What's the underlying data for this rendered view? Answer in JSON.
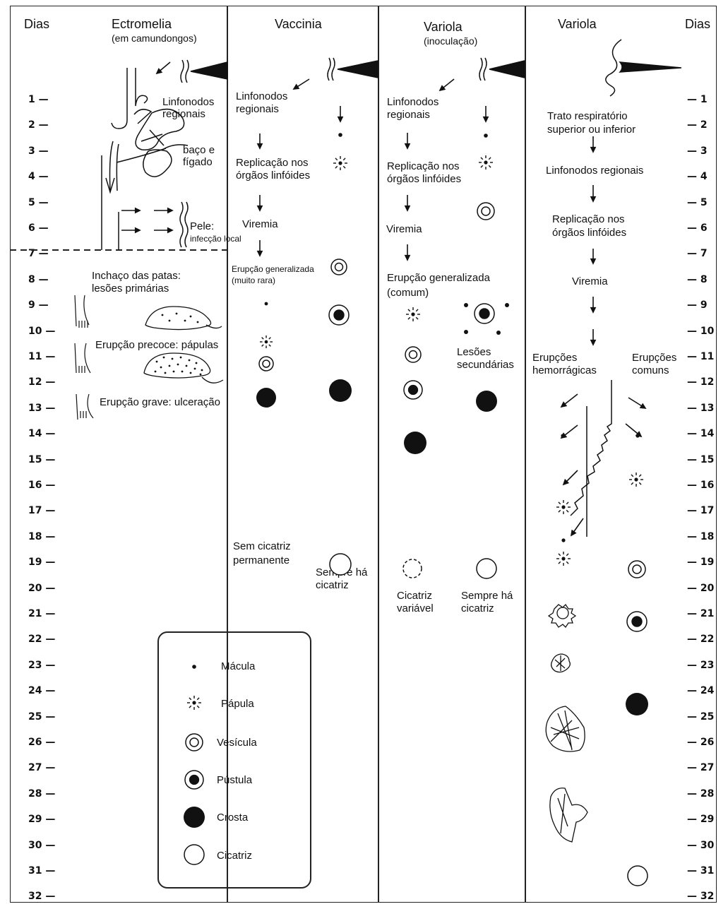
{
  "headers": {
    "dias_left": "Dias",
    "ectromelia": "Ectromelia",
    "ectromelia_sub": "(em camundongos)",
    "vaccinia": "Vaccinia",
    "variola_inoc": "Variola",
    "variola_inoc_sub": "(inoculação)",
    "variola": "Variola",
    "dias_right": "Dias"
  },
  "days_left": [
    "1 —",
    "2 —",
    "3 —",
    "4 —",
    "5 —",
    "6 —",
    "7 —",
    "8 —",
    "9 —",
    "10 —",
    "11 —",
    "12 —",
    "13 —",
    "14 —",
    "15 —",
    "16 —",
    "17 —",
    "18 —",
    "19 —",
    "20 —",
    "21 —",
    "22 —",
    "23 —",
    "24 —",
    "25 —",
    "26 —",
    "27 —",
    "28 —",
    "29 —",
    "30 —",
    "31 —",
    "32 —"
  ],
  "days_right": [
    "— 1",
    "— 2",
    "— 3",
    "— 4",
    "— 5",
    "— 6",
    "— 7",
    "— 8",
    "— 9",
    "— 10",
    "— 11",
    "— 12",
    "— 13",
    "— 14",
    "— 15",
    "— 16",
    "— 17",
    "— 18",
    "— 19",
    "— 20",
    "— 21",
    "— 22",
    "— 23",
    "— 24",
    "— 25",
    "— 26",
    "— 27",
    "— 28",
    "— 29",
    "— 30",
    "— 31",
    "— 32"
  ],
  "ectromelia": {
    "linfonodos": "Linfonodos\nregionais",
    "baco": "baço e\nfígado",
    "pele": "Pele:",
    "infeccao": "infecção local",
    "inchaco": "Inchaço das patas:\nlesões primárias",
    "precoce": "Erupção precoce: pápulas",
    "grave": "Erupção grave: ulceração"
  },
  "vaccinia": {
    "linfonodos": "Linfonodos\nregionais",
    "replicacao": "Replicação nos\nórgãos linfóides",
    "viremia": "Viremia",
    "erupcao": "Erupção generalizada\n(muito rara)",
    "sem_cicatriz": "Sem cicatriz\npermanente",
    "sempre_cicatriz": "Sempre há\ncicatriz"
  },
  "variola_inoc": {
    "linfonodos": "Linfonodos\nregionais",
    "replicacao": "Replicação nos\nórgãos linfóides",
    "viremia": "Viremia",
    "erupcao": "Erupção generalizada\n(comum)",
    "lesoes": "Lesões\nsecundárias",
    "cicatriz_var": "Cicatriz\nvariável",
    "sempre_cicatriz": "Sempre há\ncicatriz"
  },
  "variola": {
    "trato": "Trato respiratório\nsuperior ou inferior",
    "linfonodos": "Linfonodos regionais",
    "replicacao": "Replicação nos\nórgãos linfóides",
    "viremia": "Viremia",
    "hemorragicas": "Erupções\nhemorrágicas",
    "comuns": "Erupções\ncomuns"
  },
  "legend": {
    "macula": "Mácula",
    "papula": "Pápula",
    "vesicula": "Vesícula",
    "pustula": "Pústula",
    "crosta": "Crosta",
    "cicatriz": "Cicatriz"
  }
}
